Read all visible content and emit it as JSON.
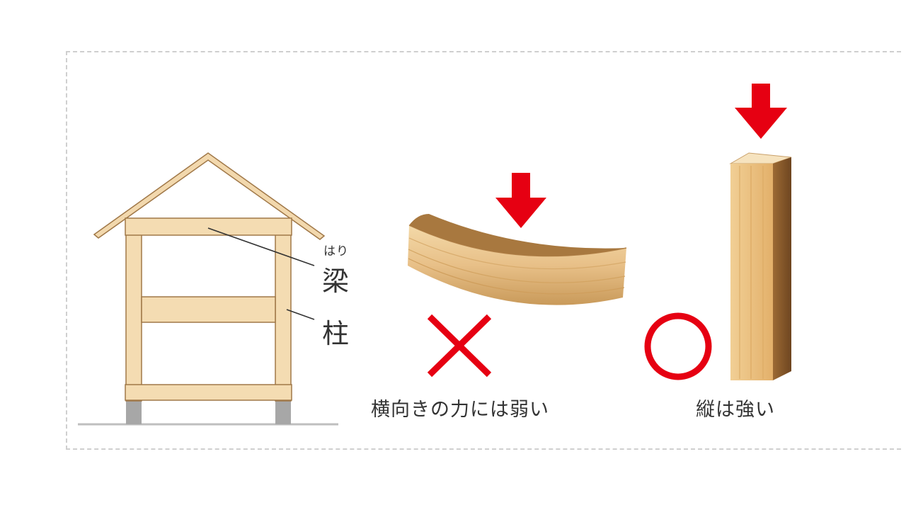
{
  "house": {
    "beam_ruby": "はり",
    "beam_label": "梁",
    "pillar_label": "柱"
  },
  "horizontal": {
    "caption": "横向きの力には弱い",
    "mark": "cross-mark-icon"
  },
  "vertical": {
    "caption": "縦は強い",
    "mark": "circle-mark-icon"
  },
  "colors": {
    "arrow": "#e60012",
    "wood_light": "#f2d7a8",
    "wood_mid": "#d9a865",
    "wood_dark": "#8a5a2a",
    "text": "#333333"
  }
}
